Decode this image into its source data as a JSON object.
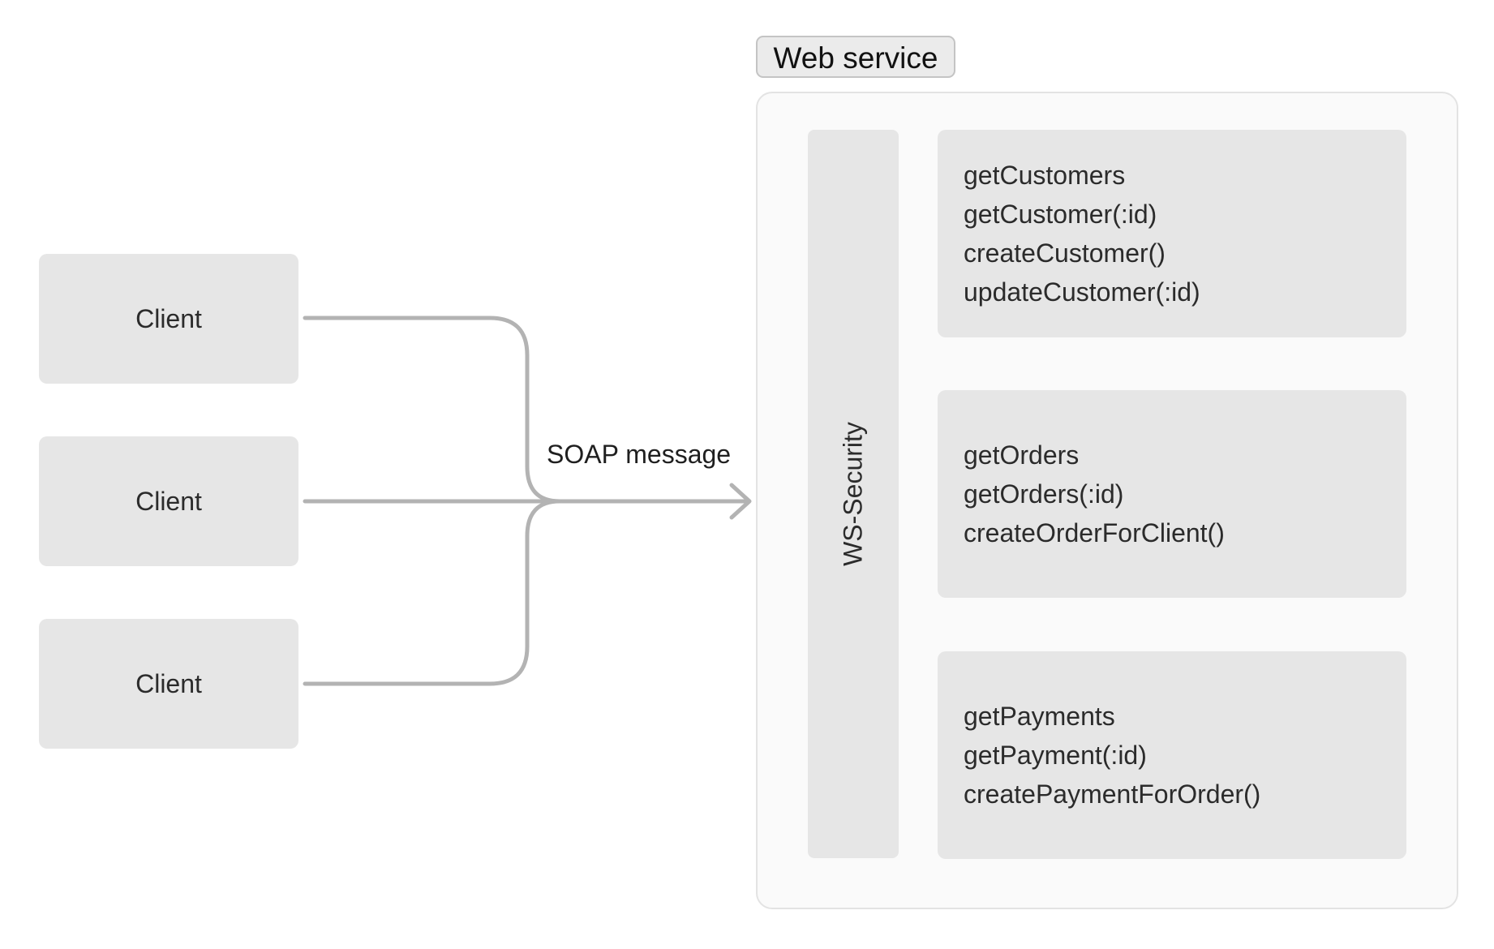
{
  "clients": [
    {
      "label": "Client"
    },
    {
      "label": "Client"
    },
    {
      "label": "Client"
    }
  ],
  "connector": {
    "label": "SOAP message",
    "color": "#b3b3b3"
  },
  "web_service": {
    "title": "Web service",
    "security_layer": "WS-Security",
    "groups": [
      {
        "operations": [
          "getCustomers",
          "getCustomer(:id)",
          "createCustomer()",
          "updateCustomer(:id)"
        ]
      },
      {
        "operations": [
          "getOrders",
          "getOrders(:id)",
          "createOrderForClient()"
        ]
      },
      {
        "operations": [
          "getPayments",
          "getPayment(:id)",
          "createPaymentForOrder()"
        ]
      }
    ]
  }
}
